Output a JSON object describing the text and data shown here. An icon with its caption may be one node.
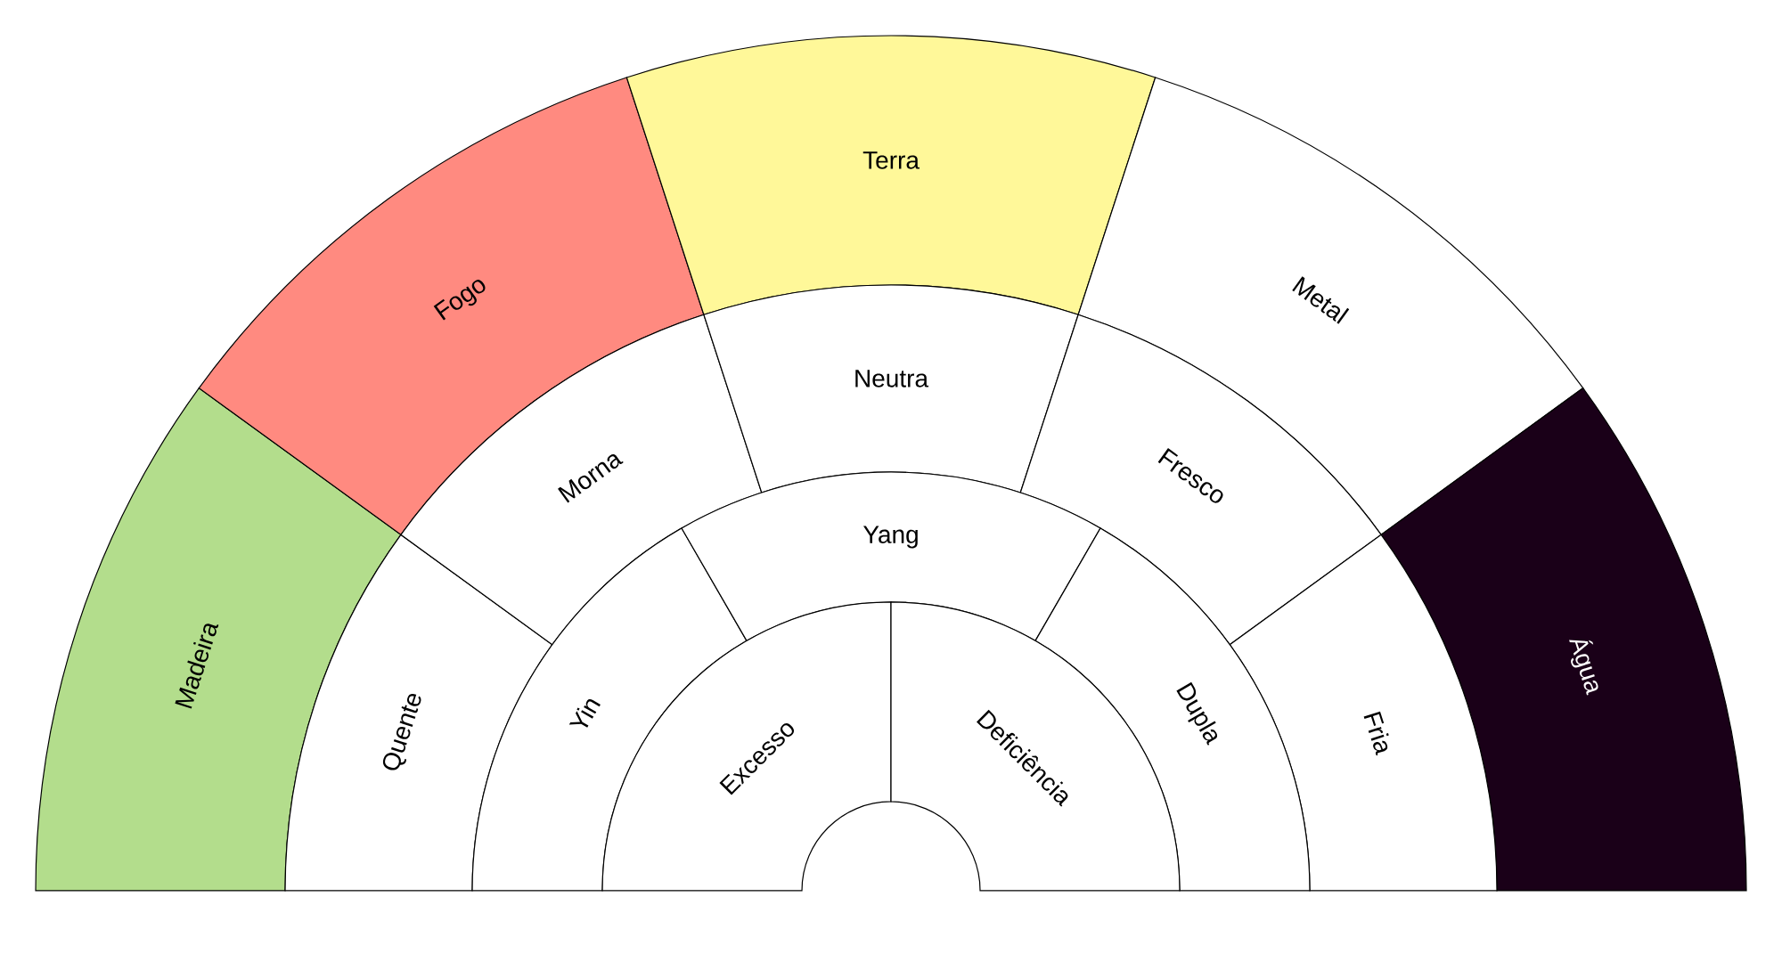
{
  "diagram": {
    "nodes": [
      {
        "text": [
          "Madeira"
        ]
      },
      {
        "text": [
          "Fogo"
        ]
      },
      {
        "text": [
          "Terra"
        ]
      },
      {
        "text": [
          "Metal"
        ]
      },
      {
        "text": [
          "Água"
        ]
      },
      {
        "text": [
          "Quente"
        ]
      },
      {
        "text": [
          "Morna"
        ]
      },
      {
        "text": [
          "Neutra"
        ]
      },
      {
        "text": [
          "Fresco"
        ]
      },
      {
        "text": [
          "Fria"
        ]
      },
      {
        "text": [
          "Yin"
        ]
      },
      {
        "text": [
          "Yang"
        ]
      },
      {
        "text": [
          "Dupla"
        ]
      },
      {
        "text": [
          "Excesso"
        ]
      },
      {
        "text": [
          "Deficiência"
        ]
      }
    ]
  }
}
